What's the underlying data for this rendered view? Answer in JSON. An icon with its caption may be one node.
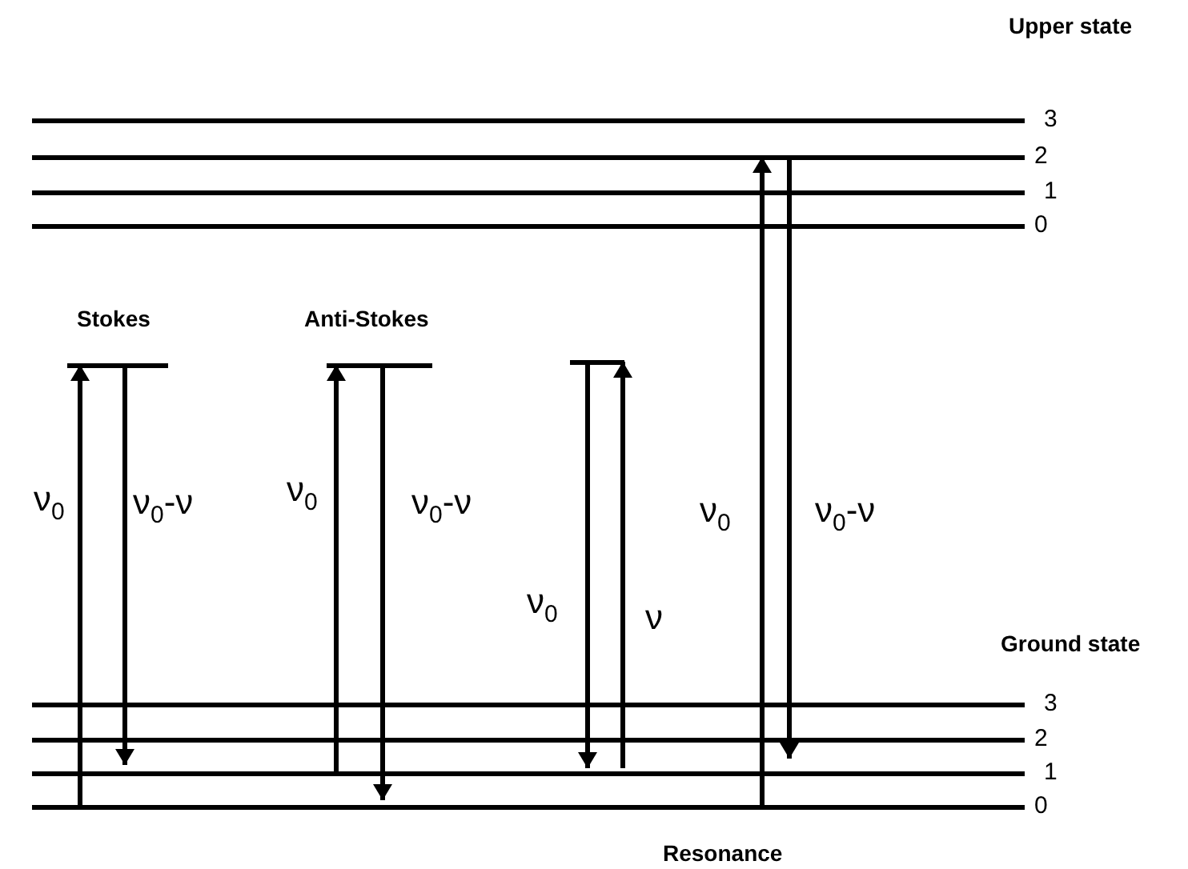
{
  "diagram": {
    "nodes": [
      {
        "text": [
          "3"
        ]
      },
      {
        "text": [
          "2"
        ]
      },
      {
        "text": [
          "1"
        ]
      },
      {
        "text": [
          "0"
        ]
      },
      {
        "text": [
          "Stokes"
        ]
      },
      {
        "text": [
          "Anti-Stokes"
        ]
      },
      {
        "text": [],
        "shape": "bar"
      },
      {
        "text": [
          "3"
        ]
      },
      {
        "text": [
          "2"
        ]
      },
      {
        "text": [
          "1"
        ]
      },
      {
        "text": [
          "0"
        ]
      }
    ],
    "edges": [
      {
        "from": 10,
        "to": 4,
        "arrow": "to",
        "label": "ν$_{0}$"
      },
      {
        "from": 4,
        "to": 9,
        "arrow": "to",
        "label": "ν$_{0}$-ν"
      },
      {
        "from": 9,
        "to": 5,
        "arrow": "to",
        "label": "ν$_{0}$"
      },
      {
        "from": 5,
        "to": 10,
        "arrow": "to",
        "label": "ν$_{0}$-ν"
      },
      {
        "from": 6,
        "to": 9,
        "arrow": "to",
        "label": "ν$_{0}$"
      },
      {
        "from": 9,
        "to": 6,
        "arrow": "to",
        "label": "ν"
      },
      {
        "from": 10,
        "to": 1,
        "arrow": "to",
        "label": "ν$_{0}$"
      },
      {
        "from": 1,
        "to": 9,
        "arrow": "to",
        "label": "ν$_{0}$-ν"
      }
    ],
    "labels": [
      "Upper state",
      "Ground state",
      "Resonance"
    ]
  }
}
